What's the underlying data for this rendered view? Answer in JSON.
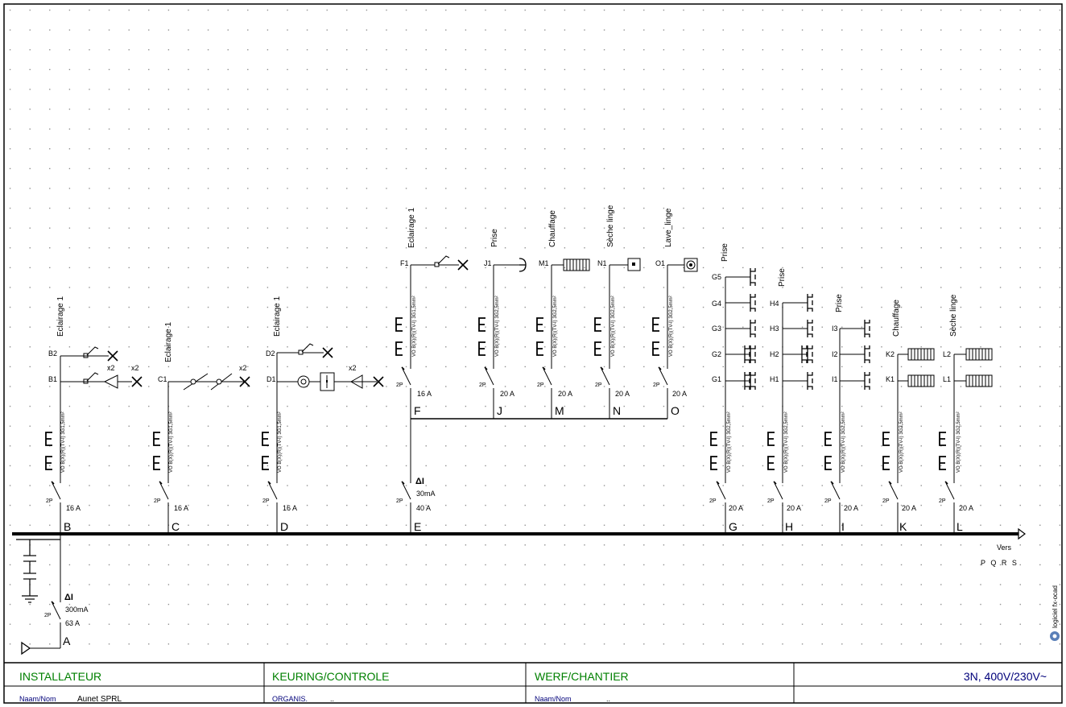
{
  "busbar": {
    "continuation_label": "Vers",
    "continuation_circuits": "P Q R S"
  },
  "main_breaker": {
    "id": "A",
    "poles": "2P",
    "sensitivity": "300mA",
    "rating": "63 A",
    "residual_symbol": "ΔI"
  },
  "groups": [
    {
      "id": "B",
      "poles": "2P",
      "rating": "16 A",
      "cable": "VO B(X)(R)(TV-I) 3G1,5mm²",
      "label": "Eclairage 1",
      "points": [
        {
          "id": "B2",
          "type": "lamp",
          "qty": ""
        },
        {
          "id": "B1",
          "type": "lamp",
          "qty": "x2"
        }
      ]
    },
    {
      "id": "C",
      "poles": "2P",
      "rating": "16 A",
      "cable": "VO B(X)(R)(TV-I) 3G1,5mm²",
      "label": "Eclairage 1",
      "points": [
        {
          "id": "C1",
          "type": "lamp",
          "qty": "x2"
        }
      ]
    },
    {
      "id": "D",
      "poles": "2P",
      "rating": "16 A",
      "cable": "VO B(X)(R)(TV-I) 3G1,5mm²",
      "label": "Eclairage 1",
      "points": [
        {
          "id": "D2",
          "type": "lamp",
          "qty": ""
        },
        {
          "id": "D1",
          "type": "lamp",
          "qty": "x2"
        }
      ]
    },
    {
      "id": "E",
      "poles": "2P",
      "rating": "40 A",
      "sensitivity": "30mA",
      "residual_symbol": "ΔI",
      "label": "",
      "subgroups": [
        {
          "id": "F",
          "poles": "2P",
          "rating": "16 A",
          "cable": "VO B(X)(R)(TV-I) 3G1,5mm²",
          "label": "Eclairage 1",
          "points": [
            {
              "id": "F1",
              "type": "lamp"
            }
          ]
        },
        {
          "id": "J",
          "poles": "2P",
          "rating": "20 A",
          "cable": "VO B(X)(R)(TV-I) 3G2,5mm²",
          "label": "Prise",
          "points": [
            {
              "id": "J1",
              "type": "socket"
            }
          ]
        },
        {
          "id": "M",
          "poles": "2P",
          "rating": "20 A",
          "cable": "VO B(X)(R)(TV-I) 3G2,5mm²",
          "label": "Chauffage",
          "points": [
            {
              "id": "M1",
              "type": "heater"
            }
          ]
        },
        {
          "id": "N",
          "poles": "2P",
          "rating": "20 A",
          "cable": "VO B(X)(R)(TV-I) 3G2,5mm²",
          "label": "Sèche linge",
          "points": [
            {
              "id": "N1",
              "type": "dryer"
            }
          ]
        },
        {
          "id": "O",
          "poles": "2P",
          "rating": "20 A",
          "cable": "VO B(X)(R)(TV-I) 3G2,5mm²",
          "label": "Lave_linge",
          "points": [
            {
              "id": "O1",
              "type": "washer"
            }
          ]
        }
      ]
    },
    {
      "id": "G",
      "poles": "2P",
      "rating": "20 A",
      "cable": "VO B(X)(R)(TV-I) 3G2,5mm²",
      "label": "Prise",
      "points": [
        {
          "id": "G5"
        },
        {
          "id": "G4"
        },
        {
          "id": "G3"
        },
        {
          "id": "G2"
        },
        {
          "id": "G1"
        }
      ]
    },
    {
      "id": "H",
      "poles": "2P",
      "rating": "20 A",
      "cable": "VO B(X)(R)(TV-I) 3G2,5mm²",
      "label": "Prise",
      "points": [
        {
          "id": "H4"
        },
        {
          "id": "H3"
        },
        {
          "id": "H2"
        },
        {
          "id": "H1"
        }
      ]
    },
    {
      "id": "I",
      "poles": "2P",
      "rating": "20 A",
      "cable": "VO B(X)(R)(TV-I) 3G2,5mm²",
      "label": "Prise",
      "points": [
        {
          "id": "I3"
        },
        {
          "id": "I2"
        },
        {
          "id": "I1"
        }
      ]
    },
    {
      "id": "K",
      "poles": "2P",
      "rating": "20 A",
      "cable": "VO B(X)(R)(TV-I) 3G2,5mm²",
      "label": "Chauffage",
      "points": [
        {
          "id": "K2"
        },
        {
          "id": "K1"
        }
      ]
    },
    {
      "id": "L",
      "poles": "2P",
      "rating": "20 A",
      "cable": "VO B(X)(R)(TV-I) 3G2,5mm²",
      "label": "Sèche linge",
      "points": [
        {
          "id": "L2"
        },
        {
          "id": "L1"
        }
      ]
    }
  ],
  "watermark": "logiciel fx-ocad",
  "footer": {
    "installer_title": "INSTALLATEUR",
    "inspection_title": "KEURING/CONTROLE",
    "site_title": "WERF/CHANTIER",
    "supply": "3N, 400V/230V~",
    "name_label": "Naam/Nom",
    "installer_name": "Aunet SPRL",
    "org_label": "ORGANIS.",
    "org_value": "..",
    "site_name_label": "Naam/Nom",
    "site_name_value": ".."
  },
  "colors": {
    "header_text": "#008000",
    "name_text": "#00007a",
    "grid_dot": "#6a6a6a",
    "line": "#000000"
  }
}
